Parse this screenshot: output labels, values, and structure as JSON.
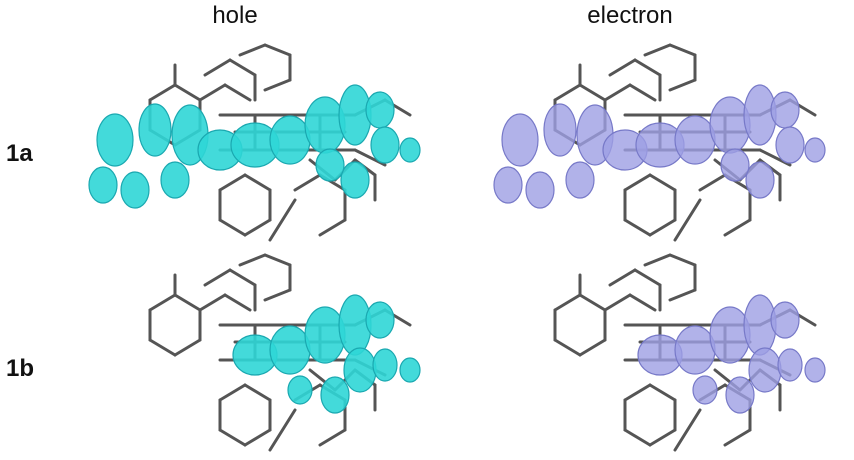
{
  "columns": [
    "hole",
    "electron"
  ],
  "rows": [
    "1a",
    "1b"
  ],
  "colors": {
    "hole": "#2fd6d6",
    "hole_edge": "#1aa8b0",
    "electron": "#9e9fe3",
    "electron_edge": "#7779c8",
    "sulfur": "#f2d53a",
    "phosphorus": "#f08c1e",
    "nitrogen": "#1f2bc4",
    "oxygen": "#c81e1e",
    "carbon": "#a8a8a8",
    "bond": "#555555"
  }
}
